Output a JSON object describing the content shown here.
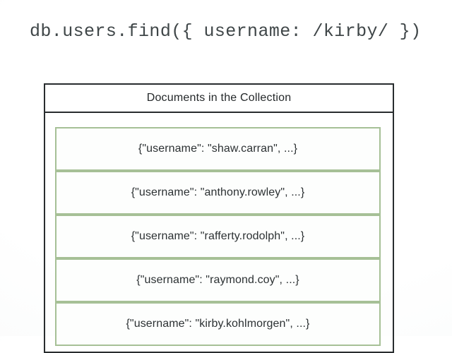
{
  "query": {
    "code": "db.users.find({ username: /kirby/ })"
  },
  "collection": {
    "title": "Documents in the Collection",
    "documents": [
      "{\"username\": \"shaw.carran\", ...}",
      "{\"username\": \"anthony.rowley\", ...}",
      "{\"username\": \"rafferty.rodolph\", ...}",
      "{\"username\": \"raymond.coy\", ...}",
      "{\"username\": \"kirby.kohlmorgen\", ...}"
    ]
  },
  "colors": {
    "document_border": "#a6c096",
    "box_border": "#282c2e"
  }
}
